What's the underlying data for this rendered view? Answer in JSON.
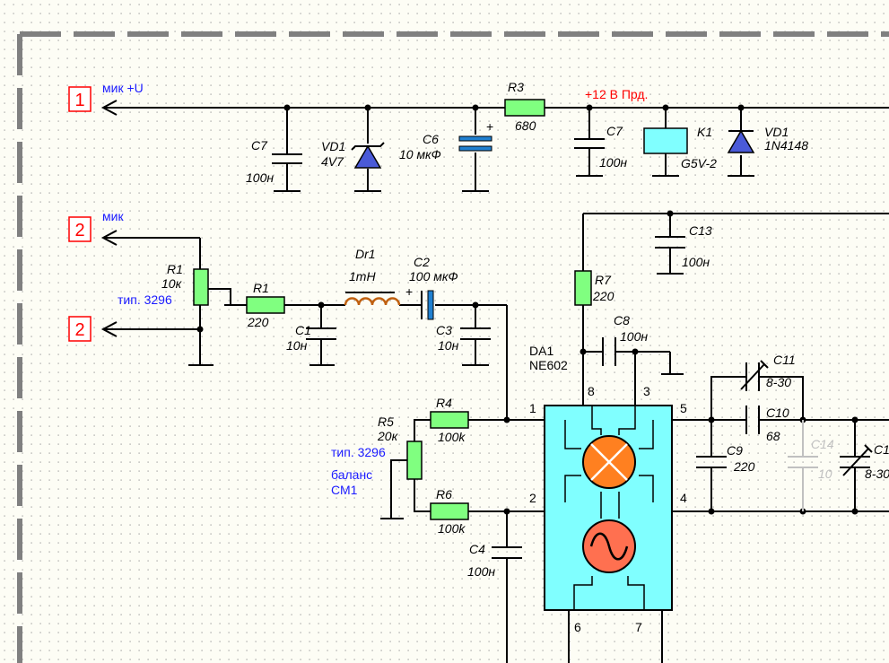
{
  "colors": {
    "resistor": "#80ff80",
    "capacitor_blue": "#2080d0",
    "diode": "#4a5ad8",
    "chip": "#80ffff",
    "mixer": "#ff8020",
    "connector": "#ff0000",
    "net_label_blue": "#1a1aff",
    "net_label_red": "#ff0000",
    "grey": "#c0c0c0"
  },
  "connectors": {
    "c1": {
      "num": "1",
      "label": "мик +U"
    },
    "c2a": {
      "num": "2",
      "label": "мик"
    },
    "c2b": {
      "num": "2"
    }
  },
  "net_12v": "+12 В Прд.",
  "top": {
    "c7": {
      "ref": "C7",
      "val": "100н"
    },
    "vd1": {
      "ref": "VD1",
      "val": "4V7"
    },
    "c6": {
      "ref": "C6",
      "val": "10 мкФ",
      "pol": "+"
    },
    "r3": {
      "ref": "R3",
      "val": "680"
    },
    "c7b": {
      "ref": "C7",
      "val": "100н"
    },
    "k1": {
      "ref": "K1",
      "val": "G5V-2"
    },
    "vd1b": {
      "ref": "VD1",
      "val": "1N4148"
    }
  },
  "mid": {
    "r1": {
      "ref": "R1",
      "val": "10к",
      "type": "тип. 3296"
    },
    "r1s": {
      "ref": "R1",
      "val": "220"
    },
    "c1": {
      "ref": "C1",
      "val": "10н"
    },
    "dr1": {
      "ref": "Dr1",
      "val": "1mH"
    },
    "c2": {
      "ref": "C2",
      "val": "100 мкФ",
      "pol": "+"
    },
    "c3": {
      "ref": "C3",
      "val": "10н"
    },
    "r7": {
      "ref": "R7",
      "val": "220"
    },
    "c13": {
      "ref": "C13",
      "val": "100н"
    },
    "c8": {
      "ref": "C8",
      "val": "100н"
    }
  },
  "chip": {
    "ref": "DA1",
    "part": "NE602",
    "pins": [
      "1",
      "2",
      "3",
      "4",
      "5",
      "6",
      "7",
      "8"
    ]
  },
  "bottom": {
    "r5": {
      "ref": "R5",
      "val": "20к",
      "type": "тип. 3296",
      "note1": "баланс",
      "note2": "СМ1"
    },
    "r4": {
      "ref": "R4",
      "val": "100k"
    },
    "r6": {
      "ref": "R6",
      "val": "100k"
    },
    "c4": {
      "ref": "C4",
      "val": "100н"
    },
    "c11": {
      "ref": "C11",
      "val": "8-30"
    },
    "c10": {
      "ref": "C10",
      "val": "68"
    },
    "c9": {
      "ref": "C9",
      "val": "220"
    },
    "c14": {
      "ref": "C14",
      "val": "10"
    },
    "c12": {
      "val": "8-30"
    }
  }
}
